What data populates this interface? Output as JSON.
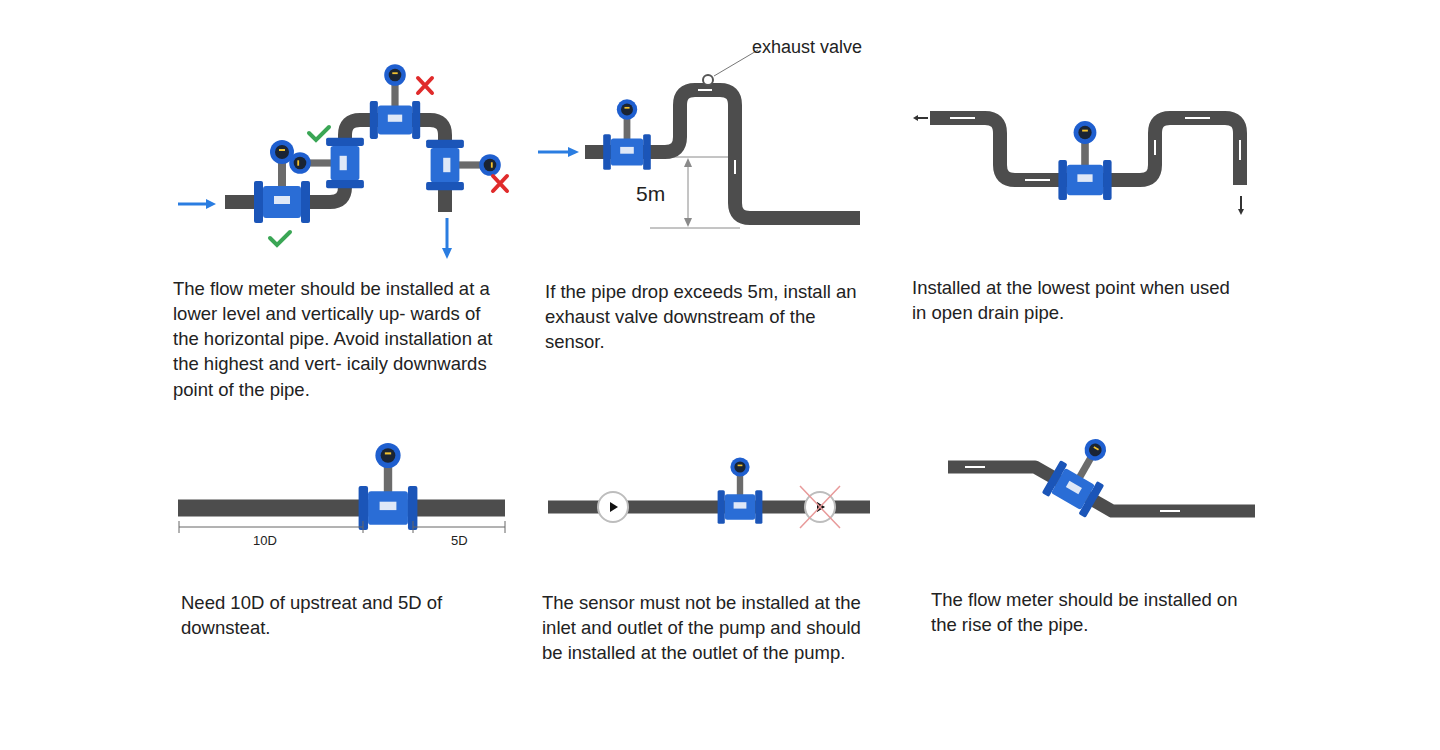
{
  "diagram": {
    "labels": [
      "exhaust valve",
      "5m",
      "The flow meter should be installed at a lower level and vertically up- wards of the horizontal pipe. Avoid installation at the highest and vert- icaily downwards point of the pipe.",
      "If the pipe drop exceeds 5m, install an exhaust valve downstream of the sensor.",
      "Installed at the lowest point when used in open drain pipe.",
      "10D",
      "5D",
      "Need 10D of upstreat and 5D of downsteat.",
      "The sensor must not be installed at the inlet and outlet of the pump and should be installed at the outlet of the pump.",
      "The flow meter should be installed on the rise of the pipe."
    ]
  }
}
